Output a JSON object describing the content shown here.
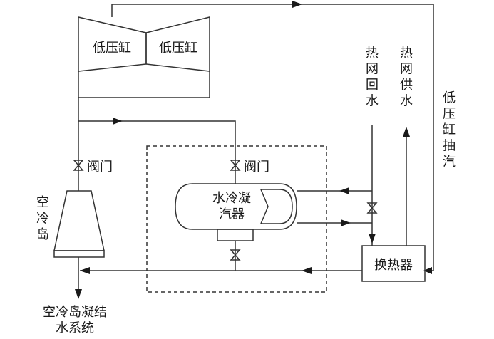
{
  "labels": {
    "turbine_left": "低压缸",
    "turbine_right": "低压缸",
    "valve_left": "阀门",
    "valve_mid": "阀门",
    "air_cooled_island": "空\n冷\n岛",
    "condenser": "水冷凝\n汽器",
    "heat_net_return": "热\n网\n回\n水",
    "heat_net_supply": "热\n网\n供\n水",
    "lp_extraction": "低\n压\n缸\n抽\n汽",
    "heat_exchanger": "换热器",
    "condensate_system": "空冷岛凝结\n水系统"
  }
}
